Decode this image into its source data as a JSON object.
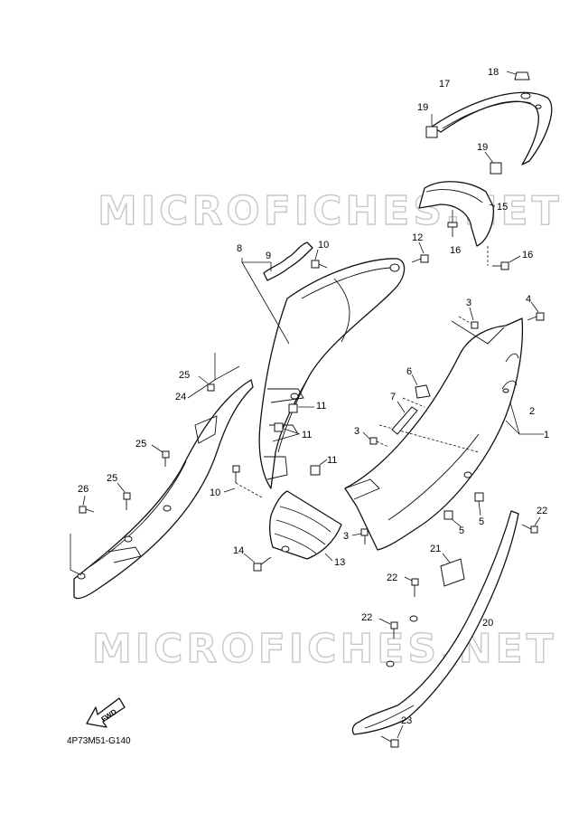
{
  "watermarks": [
    "MICROFICHES.NET",
    "MICROFICHES.NET"
  ],
  "diagram_code": "4P73M51-G140",
  "fwd_label": "FWD",
  "callouts": {
    "c1": "1",
    "c2": "2",
    "c3a": "3",
    "c3b": "3",
    "c3c": "3",
    "c4": "4",
    "c5a": "5",
    "c5b": "5",
    "c6": "6",
    "c7": "7",
    "c8": "8",
    "c9": "9",
    "c10a": "10",
    "c10b": "10",
    "c11a": "11",
    "c11b": "11",
    "c11c": "11",
    "c12": "12",
    "c13": "13",
    "c14": "14",
    "c15": "15",
    "c16a": "16",
    "c16b": "16",
    "c17": "17",
    "c18": "18",
    "c19a": "19",
    "c19b": "19",
    "c20": "20",
    "c21": "21",
    "c22a": "22",
    "c22b": "22",
    "c22c": "22",
    "c23": "23",
    "c24": "24",
    "c25a": "25",
    "c25b": "25",
    "c25c": "25",
    "c26": "26"
  }
}
